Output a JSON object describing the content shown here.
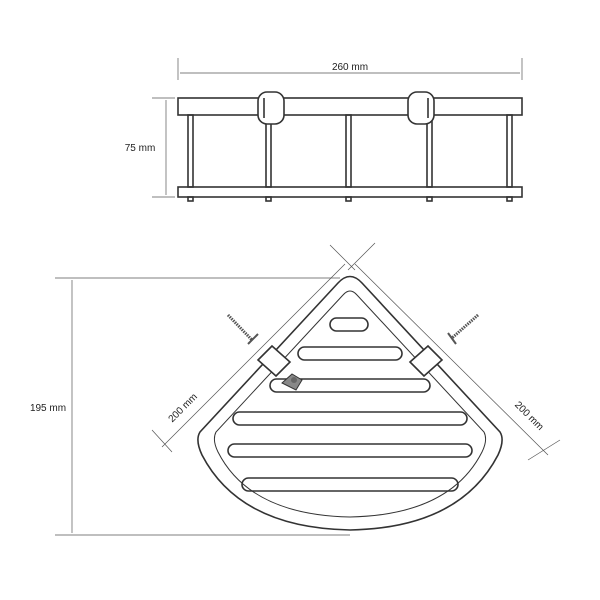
{
  "top_view": {
    "width_label": "260 mm",
    "height_label": "75 mm"
  },
  "plan_view": {
    "depth_label": "195 mm",
    "left_side_label": "200 mm",
    "right_side_label": "200 mm"
  }
}
